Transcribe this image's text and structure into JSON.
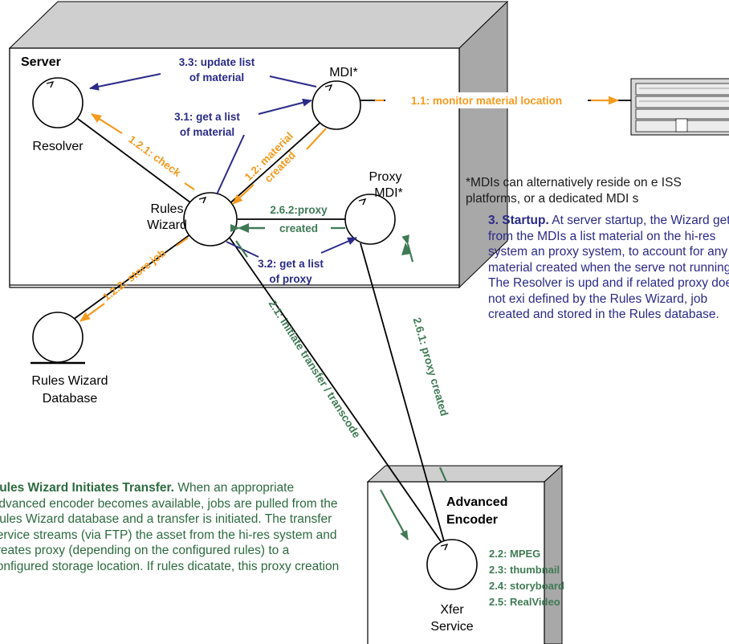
{
  "colors": {
    "blue": "#2a2a88",
    "orange": "#f49a1e",
    "green": "#3f7a55",
    "box_shadow": "#a8a8a8",
    "black": "#000000"
  },
  "server": {
    "title": "Server"
  },
  "nodes": {
    "resolver": "Resolver",
    "mdi": "MDI*",
    "proxy_mdi_line1": "Proxy",
    "proxy_mdi_line2": "MDI*",
    "rules_wizard_line1": "Rules",
    "rules_wizard_line2": "Wizard",
    "database_line1": "Rules Wizard",
    "database_line2": "Database",
    "xfer_line1": "Xfer",
    "xfer_line2": "Service"
  },
  "encoder": {
    "title_line1": "Advanced",
    "title_line2": "Encoder",
    "items": [
      "2.2: MPEG",
      "2.3: thumbnail",
      "2.4: storyboard",
      "2.5: RealVideo"
    ]
  },
  "flows": {
    "f33_line1": "3.3: update list",
    "f33_line2": "of material",
    "f31_line1": "3.1: get a list",
    "f31_line2": "of material",
    "f12_line1": "1.2: material",
    "f12_line2": "created",
    "f11": "1.1: monitor material location",
    "f121": "1.2.1: check",
    "f122": "1.2.2: store job",
    "f262_line1": "2.6.2:proxy",
    "f262_line2": "created",
    "f32_line1": "3.2: get a list",
    "f32_line2": "of proxy",
    "f21": "2.1: initiate transfer / transcode",
    "f261": "2.6.1: proxy created"
  },
  "note": "*MDIs can alternatively reside on e ISS platforms, or a dedicated MDI s",
  "startup": {
    "heading": "3. Startup.",
    "body": "At server startup, the Wizard gets from the MDIs a list material on the hi-res system an proxy system, to account for any material created when the serve not running. The Resolver is upd and if related proxy does not exi defined by the Rules Wizard, job created and stored in the Rules database."
  },
  "transfer": {
    "heading": "Rules Wizard Initiates Transfer.",
    "body": "When an appropriate Advanced encoder becomes available, jobs are pulled from the Rules Wizard database and a transfer is initiated. The transfer service streams (via FTP) the asset from the hi-res system and creates proxy (depending on the configured rules) to a configured storage location. If rules dicatate, this proxy creation"
  }
}
